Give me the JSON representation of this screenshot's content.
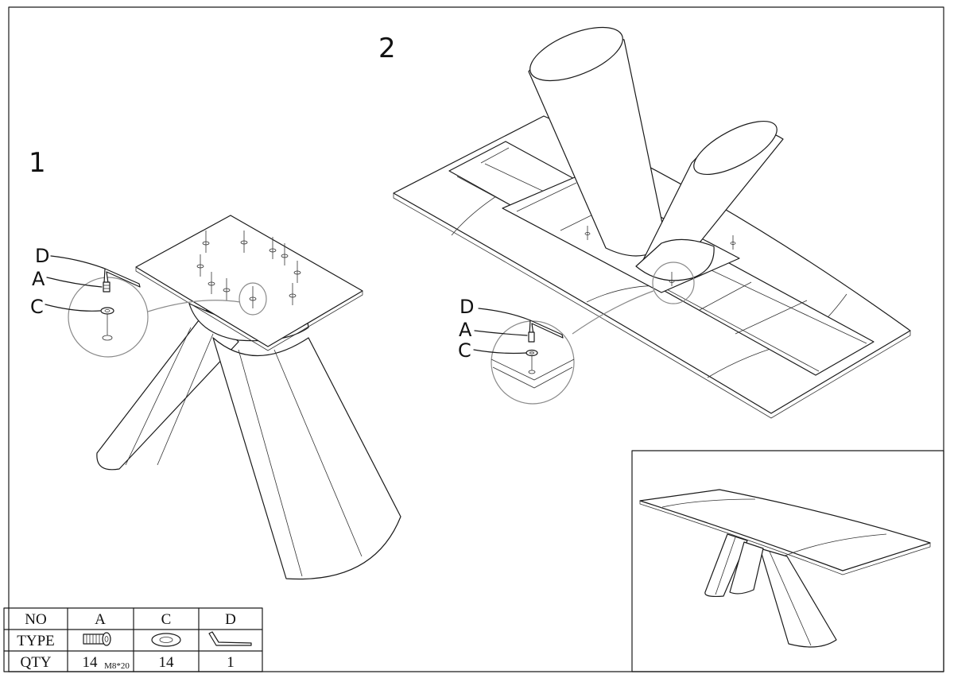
{
  "steps": {
    "step1": "1",
    "step2": "2"
  },
  "callouts": {
    "step1": {
      "d": "D",
      "a": "A",
      "c": "C"
    },
    "step2": {
      "d": "D",
      "a": "A",
      "c": "C"
    }
  },
  "parts_table": {
    "row_labels": {
      "no": "NO",
      "type": "TYPE",
      "qty": "QTY"
    },
    "columns": [
      {
        "no": "A",
        "qty": "14",
        "spec": "M8*20",
        "icon": "bolt-icon"
      },
      {
        "no": "C",
        "qty": "14",
        "spec": "",
        "icon": "washer-icon"
      },
      {
        "no": "D",
        "qty": "1",
        "spec": "",
        "icon": "allen-key-icon"
      }
    ]
  }
}
